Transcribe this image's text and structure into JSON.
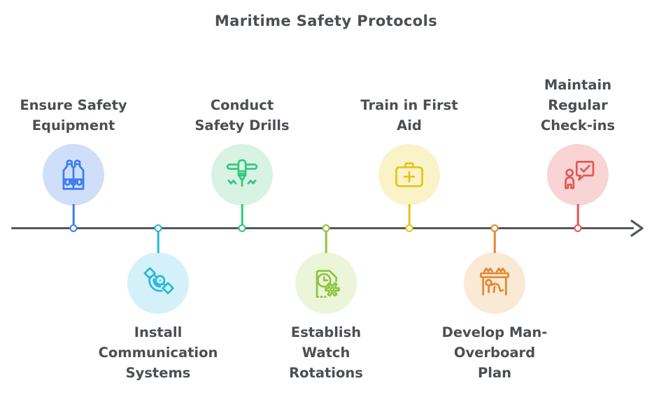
{
  "title": {
    "text": "Maritime Safety Protocols"
  },
  "text_color": "#4b4e53",
  "timeline": {
    "color": "#54585c",
    "arrow": "right"
  },
  "milestones": [
    {
      "label": "Ensure Safety\nEquipment",
      "icon": "life-vest-icon",
      "position": "above",
      "color": "#3b7df0",
      "bg": "#cfdff9"
    },
    {
      "label": "Install\nCommunication\nSystems",
      "icon": "satellite-icon",
      "position": "below",
      "color": "#28b7dc",
      "bg": "#d4f1f9"
    },
    {
      "label": "Conduct\nSafety Drills",
      "icon": "jackhammer-icon",
      "position": "above",
      "color": "#30c97d",
      "bg": "#d8f2e4"
    },
    {
      "label": "Establish\nWatch\nRotations",
      "icon": "document-clock-gear-icon",
      "position": "below",
      "color": "#8fc43d",
      "bg": "#ebf5d9"
    },
    {
      "label": "Train in First\nAid",
      "icon": "first-aid-kit-icon",
      "position": "above",
      "color": "#e3c514",
      "bg": "#faf3c8"
    },
    {
      "label": "Develop Man-\nOverboard\nPlan",
      "icon": "person-under-table-icon",
      "position": "below",
      "color": "#e0882f",
      "bg": "#fae9d5"
    },
    {
      "label": "Maintain\nRegular\nCheck-ins",
      "icon": "person-checkmark-chat-icon",
      "position": "above",
      "color": "#e25757",
      "bg": "#f9d4d4"
    }
  ]
}
